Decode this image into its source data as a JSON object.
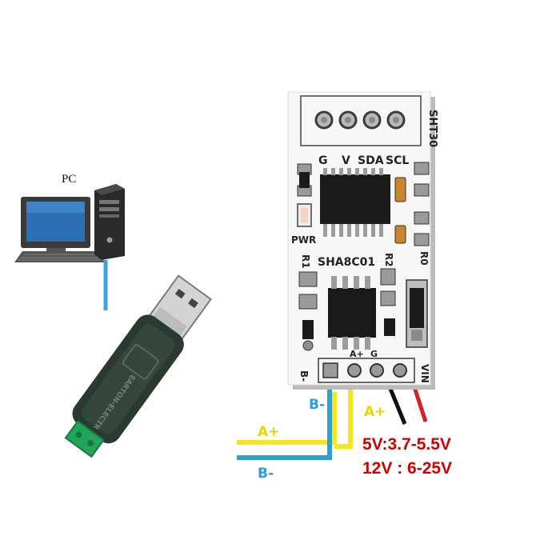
{
  "computer": {
    "label": "PC"
  },
  "usb_adapter": {
    "brand_text": "EARTON-ELECTR"
  },
  "board": {
    "model": "SHA8C01",
    "sensor_label": "SHT30",
    "pin_labels": [
      "G",
      "V",
      "SDA",
      "SCL"
    ],
    "power_led_label": "PWR",
    "resistor_labels": [
      "R1",
      "R2",
      "R0"
    ],
    "terminal_labels": [
      "B-",
      "A+",
      "G",
      "VIN"
    ]
  },
  "wires": {
    "a_plus_left": "A+",
    "b_minus_left": "B-",
    "b_minus_right": "B-",
    "a_plus_right": "A+",
    "colors": {
      "a_plus": "#f5e61e",
      "b_minus": "#2b9fd6",
      "ground": "#111111",
      "vin": "#d81e1e"
    }
  },
  "power_spec": {
    "line1": "5V:3.7-5.5V",
    "line2": "12V : 6-25V"
  }
}
